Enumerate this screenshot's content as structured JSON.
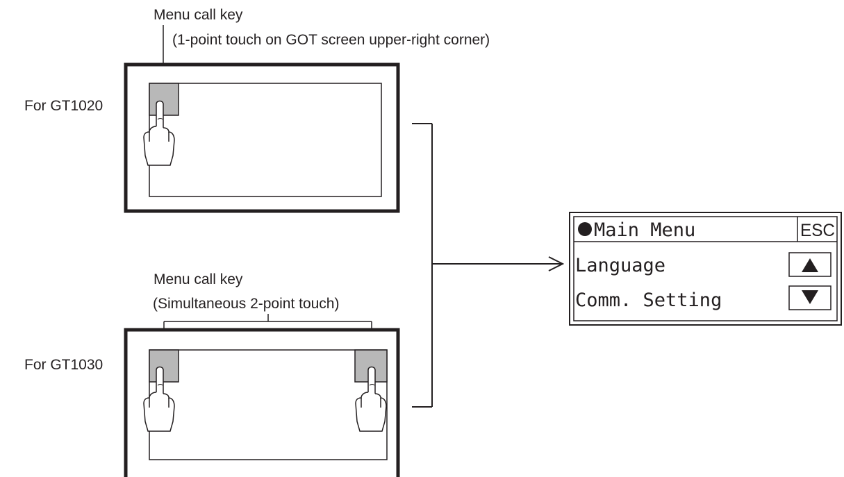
{
  "gt1020": {
    "label": "For GT1020",
    "callout_title": "Menu call key",
    "callout_detail": "(1-point touch on GOT screen upper-right corner)"
  },
  "gt1030": {
    "label": "For GT1030",
    "callout_title": "Menu call key",
    "callout_detail": "(Simultaneous 2-point touch)"
  },
  "main_menu": {
    "title": "Main Menu",
    "esc_label": "ESC",
    "items": [
      "Language",
      "Comm. Setting"
    ],
    "scroll_up_icon": "triangle-up",
    "scroll_down_icon": "triangle-down"
  },
  "colors": {
    "ink": "#231f20",
    "key_fill": "#b8b8b8"
  }
}
